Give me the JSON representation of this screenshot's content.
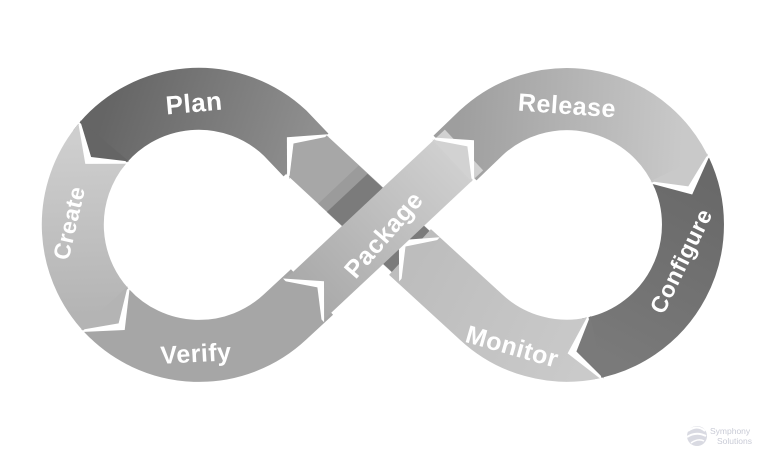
{
  "diagram": {
    "type": "devops-infinity-loop",
    "background": "#ffffff",
    "label_color": "#ffffff",
    "segments": [
      {
        "id": "plan",
        "label": "Plan",
        "color_start": "#656565",
        "color_end": "#8f8f8f"
      },
      {
        "id": "create",
        "label": "Create",
        "color_start": "#cecece",
        "color_end": "#b4b4b4"
      },
      {
        "id": "verify",
        "label": "Verify",
        "color_start": "#a6a6a6",
        "color_end": "#a6a6a6"
      },
      {
        "id": "package",
        "label": "Package",
        "color_start": "#a9a9a9",
        "color_end": "#d2d2d2"
      },
      {
        "id": "release",
        "label": "Release",
        "color_start": "#9e9e9e",
        "color_end": "#c9c9c9"
      },
      {
        "id": "configure",
        "label": "Configure",
        "color_start": "#696969",
        "color_end": "#7a7a7a"
      },
      {
        "id": "monitor",
        "label": "Monitor",
        "color_start": "#cacaca",
        "color_end": "#bdbdbd"
      },
      {
        "id": "return",
        "label": "",
        "color_start": "#a7a7a7",
        "color_end": "#a7a7a7"
      }
    ]
  },
  "logo": {
    "icon": "symphony-swirl-icon",
    "line1": "Symphony",
    "line2": "Solutions",
    "color": "#c9cbd6"
  }
}
